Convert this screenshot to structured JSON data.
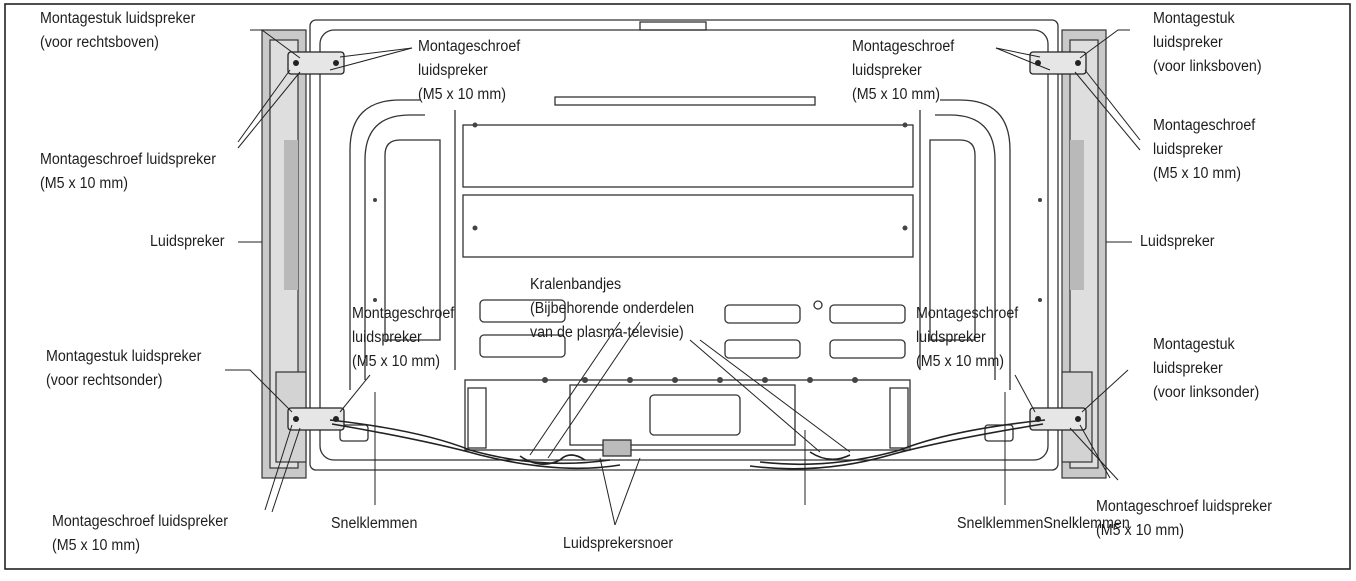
{
  "labels": {
    "bracket_top_right": [
      "Montagestuk luidspreker",
      "(voor rechtsboven)"
    ],
    "screw_top_center_left": [
      "Montageschroef",
      "luidspreker",
      "(M5 x 10 mm)"
    ],
    "screw_top_center_right": [
      "Montageschroef",
      "luidspreker",
      "(M5 x 10 mm)"
    ],
    "bracket_top_left": [
      "Montagestuk",
      "luidspreker",
      "(voor linksboven)"
    ],
    "screw_upper_left": [
      "Montageschroef luidspreker",
      "(M5 x 10 mm)"
    ],
    "screw_upper_right": [
      "Montageschroef",
      "luidspreker",
      "(M5 x 10 mm)"
    ],
    "speaker_left": [
      "Luidspreker"
    ],
    "speaker_right": [
      "Luidspreker"
    ],
    "bead_bands": [
      "Kralenbandjes",
      "(Bijbehorende onderdelen",
      "van de plasma-televisie)"
    ],
    "screw_mid_left": [
      "Montageschroef",
      "luidspreker",
      "(M5 x 10 mm)"
    ],
    "screw_mid_right": [
      "Montageschroef",
      "luidspreker",
      "(M5 x 10 mm)"
    ],
    "bracket_bottom_right": [
      "Montagestuk luidspreker",
      "(voor rechtsonder)"
    ],
    "bracket_bottom_left": [
      "Montagestuk",
      "luidspreker",
      "(voor linksonder)"
    ],
    "screw_bottom_left": [
      "Montageschroef luidspreker",
      "(M5 x 10 mm)"
    ],
    "clamps_left": [
      "Snelklemmen"
    ],
    "speaker_cord": [
      "Luidsprekersnoer"
    ],
    "clamps_right": [
      "SnelklemmenSnelklemmen"
    ],
    "screw_bottom_right": [
      "Montageschroef luidspreker",
      "(M5 x 10 mm)"
    ]
  }
}
